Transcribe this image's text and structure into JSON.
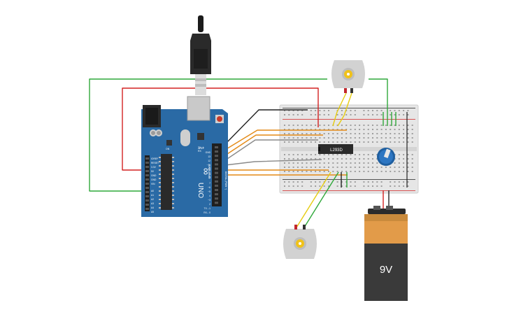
{
  "arduino": {
    "brand": "ARDUINO",
    "model": "UNO",
    "logo": "∞",
    "label_tx": "TX",
    "label_rx": "RX",
    "label_l": "L",
    "label_on": "ON",
    "label_ioref": "IOREF",
    "label_reset": "RESET",
    "label_3v3": "3.3V",
    "label_5v": "5V",
    "label_gnd1": "GND",
    "label_gnd2": "GND",
    "label_vin": "VIN",
    "label_a0": "A0",
    "label_a1": "A1",
    "label_a2": "A2",
    "label_a3": "A3",
    "label_a4": "A4",
    "label_a5": "A5",
    "label_aref": "AREF",
    "label_gnd_top": "GND",
    "label_d13": "13",
    "label_d12": "12",
    "label_d11": "~11",
    "label_d10": "~10",
    "label_d9": "~9",
    "label_d8": "8",
    "label_d7": "7",
    "label_d6": "~6",
    "label_d5": "~5",
    "label_d4": "4",
    "label_d3": "~3",
    "label_d2": "2",
    "label_d1": "TX→1",
    "label_d0": "RX←0",
    "label_digital": "DIGITAL (PWM ~)"
  },
  "chip": {
    "label": "L293D"
  },
  "battery": {
    "label": "9V"
  },
  "colors": {
    "board": "#2a6aa5",
    "red_wire": "#d32222",
    "green_wire": "#2fa83a",
    "black_wire": "#222222",
    "orange_wire": "#e48a16",
    "gray_wire": "#8a8a8a",
    "yellow_wire": "#e6cc10",
    "breadboard": "#e9e9e9",
    "battery_top": "#e29b49",
    "battery_body": "#3a3a3a"
  },
  "icons": [
    "usb-plug-icon",
    "dc-motor-icon",
    "potentiometer-icon",
    "battery-icon",
    "arduino-logo-icon"
  ]
}
